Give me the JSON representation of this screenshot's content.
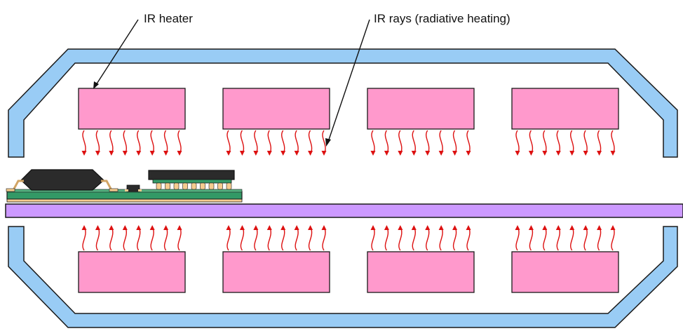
{
  "labels": {
    "heater": "IR heater",
    "rays": "IR rays (radiative heating)"
  },
  "colors": {
    "chamber_fill": "#99ccf5",
    "chamber_stroke": "#1a1a1a",
    "heater_fill": "#ff99cc",
    "conveyor_fill": "#cc99ff",
    "ray_color": "#dd1111",
    "pcb_green": "#339966",
    "component_black": "#2b2b2b",
    "pad_tan": "#f5cc8f"
  },
  "heaters": {
    "top_count": 4,
    "bottom_count": 4,
    "rays_per_heater": 8
  }
}
